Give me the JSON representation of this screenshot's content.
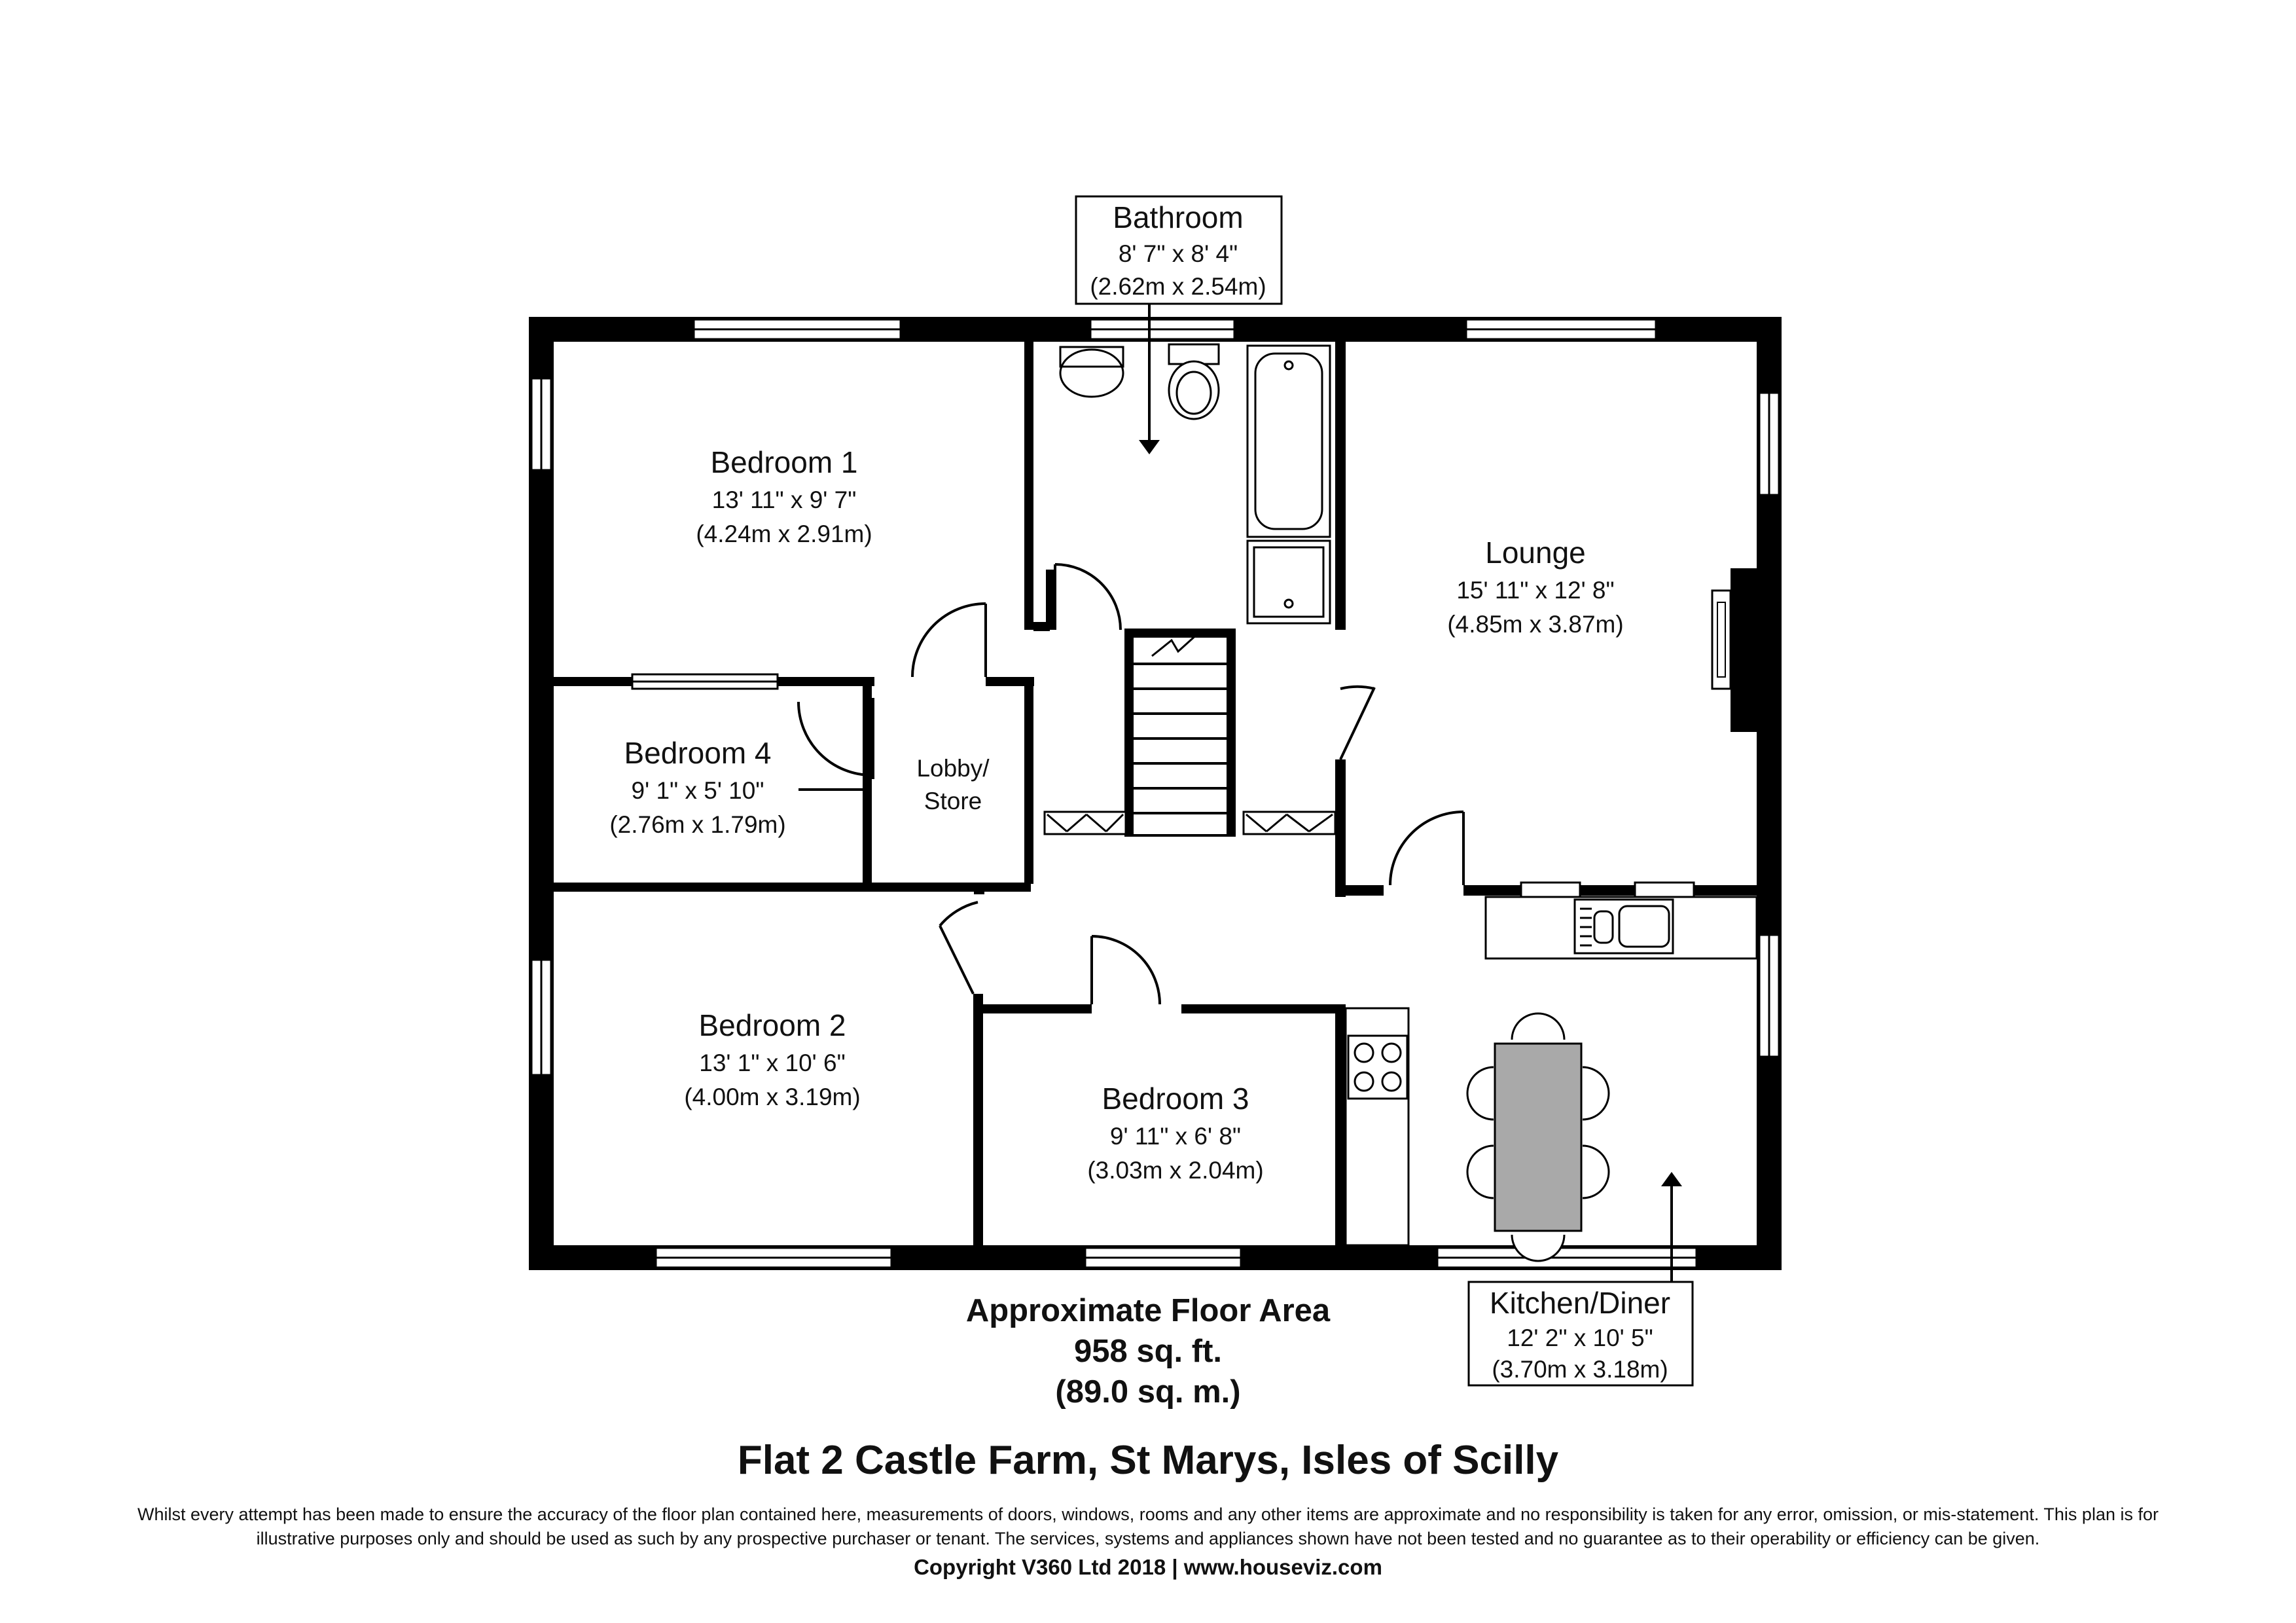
{
  "rooms": {
    "bathroom": {
      "name": "Bathroom",
      "imperial": "8' 7\" x 8' 4\"",
      "metric": "(2.62m x 2.54m)"
    },
    "bedroom1": {
      "name": "Bedroom 1",
      "imperial": "13' 11\" x 9' 7\"",
      "metric": "(4.24m x 2.91m)"
    },
    "lounge": {
      "name": "Lounge",
      "imperial": "15' 11\" x 12' 8\"",
      "metric": "(4.85m x 3.87m)"
    },
    "bedroom4": {
      "name": "Bedroom 4",
      "imperial": "9' 1\" x 5' 10\"",
      "metric": "(2.76m x 1.79m)"
    },
    "lobby": {
      "name_line1": "Lobby/",
      "name_line2": "Store"
    },
    "bedroom2": {
      "name": "Bedroom 2",
      "imperial": "13' 1\" x 10' 6\"",
      "metric": "(4.00m x 3.19m)"
    },
    "bedroom3": {
      "name": "Bedroom 3",
      "imperial": "9' 11\" x 6' 8\"",
      "metric": "(3.03m x 2.04m)"
    },
    "kitchen": {
      "name": "Kitchen/Diner",
      "imperial": "12' 2\" x 10' 5\"",
      "metric": "(3.70m x 3.18m)"
    }
  },
  "floor_area": {
    "title": "Approximate Floor Area",
    "sqft": "958 sq. ft.",
    "sqm": "(89.0 sq. m.)"
  },
  "address": "Flat 2 Castle Farm, St Marys, Isles of Scilly",
  "disclaimer_line1": "Whilst every attempt has been made to ensure the accuracy of the floor plan contained here, measurements of doors, windows, rooms and any other items are approximate and no responsibility is taken for any error, omission, or mis-statement. This plan is for",
  "disclaimer_line2": "illustrative purposes only and should be used as such by any prospective purchaser or tenant. The services, systems and appliances shown have not been tested and no guarantee as to their operability or efficiency can be given.",
  "copyright": "Copyright V360 Ltd 2018 | www.houseviz.com",
  "colors": {
    "wall": "#000000",
    "window": "#ffffff",
    "fixture_fill": "#ffffff",
    "table": "#a9a9a9",
    "text": "#111111"
  }
}
